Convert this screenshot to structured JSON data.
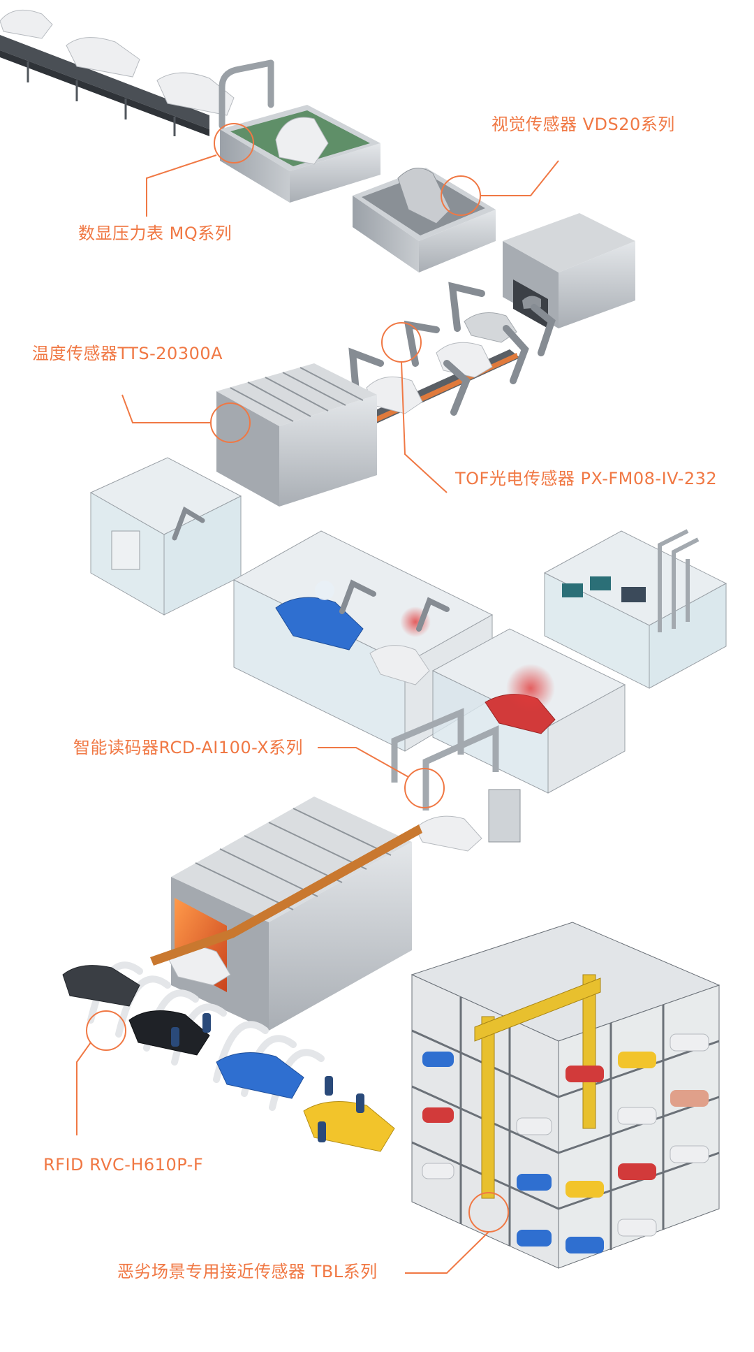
{
  "colors": {
    "accent": "#f07844",
    "steel": "#c9cdd1",
    "frame": "#6b7178",
    "robot": "#8d939a",
    "glass": "#d6e4ea",
    "yellow": "#e8c02e",
    "car_blue": "#2f6fd0",
    "car_red": "#d23a3a",
    "car_yellow": "#f2c42b",
    "car_white": "#eeeff1"
  },
  "labels": {
    "pressure_gauge": "数显压力表 MQ系列",
    "vision_sensor": "视觉传感器 VDS20系列",
    "temperature_sensor": "温度传感器TTS-20300A",
    "tof_sensor": "TOF光电传感器 PX-FM08-IV-232",
    "code_reader": "智能读码器RCD-AI100-X系列",
    "rfid": "RFID RVC-H610P-F",
    "proximity_sensor": "恶劣场景专用接近传感器 TBL系列"
  }
}
